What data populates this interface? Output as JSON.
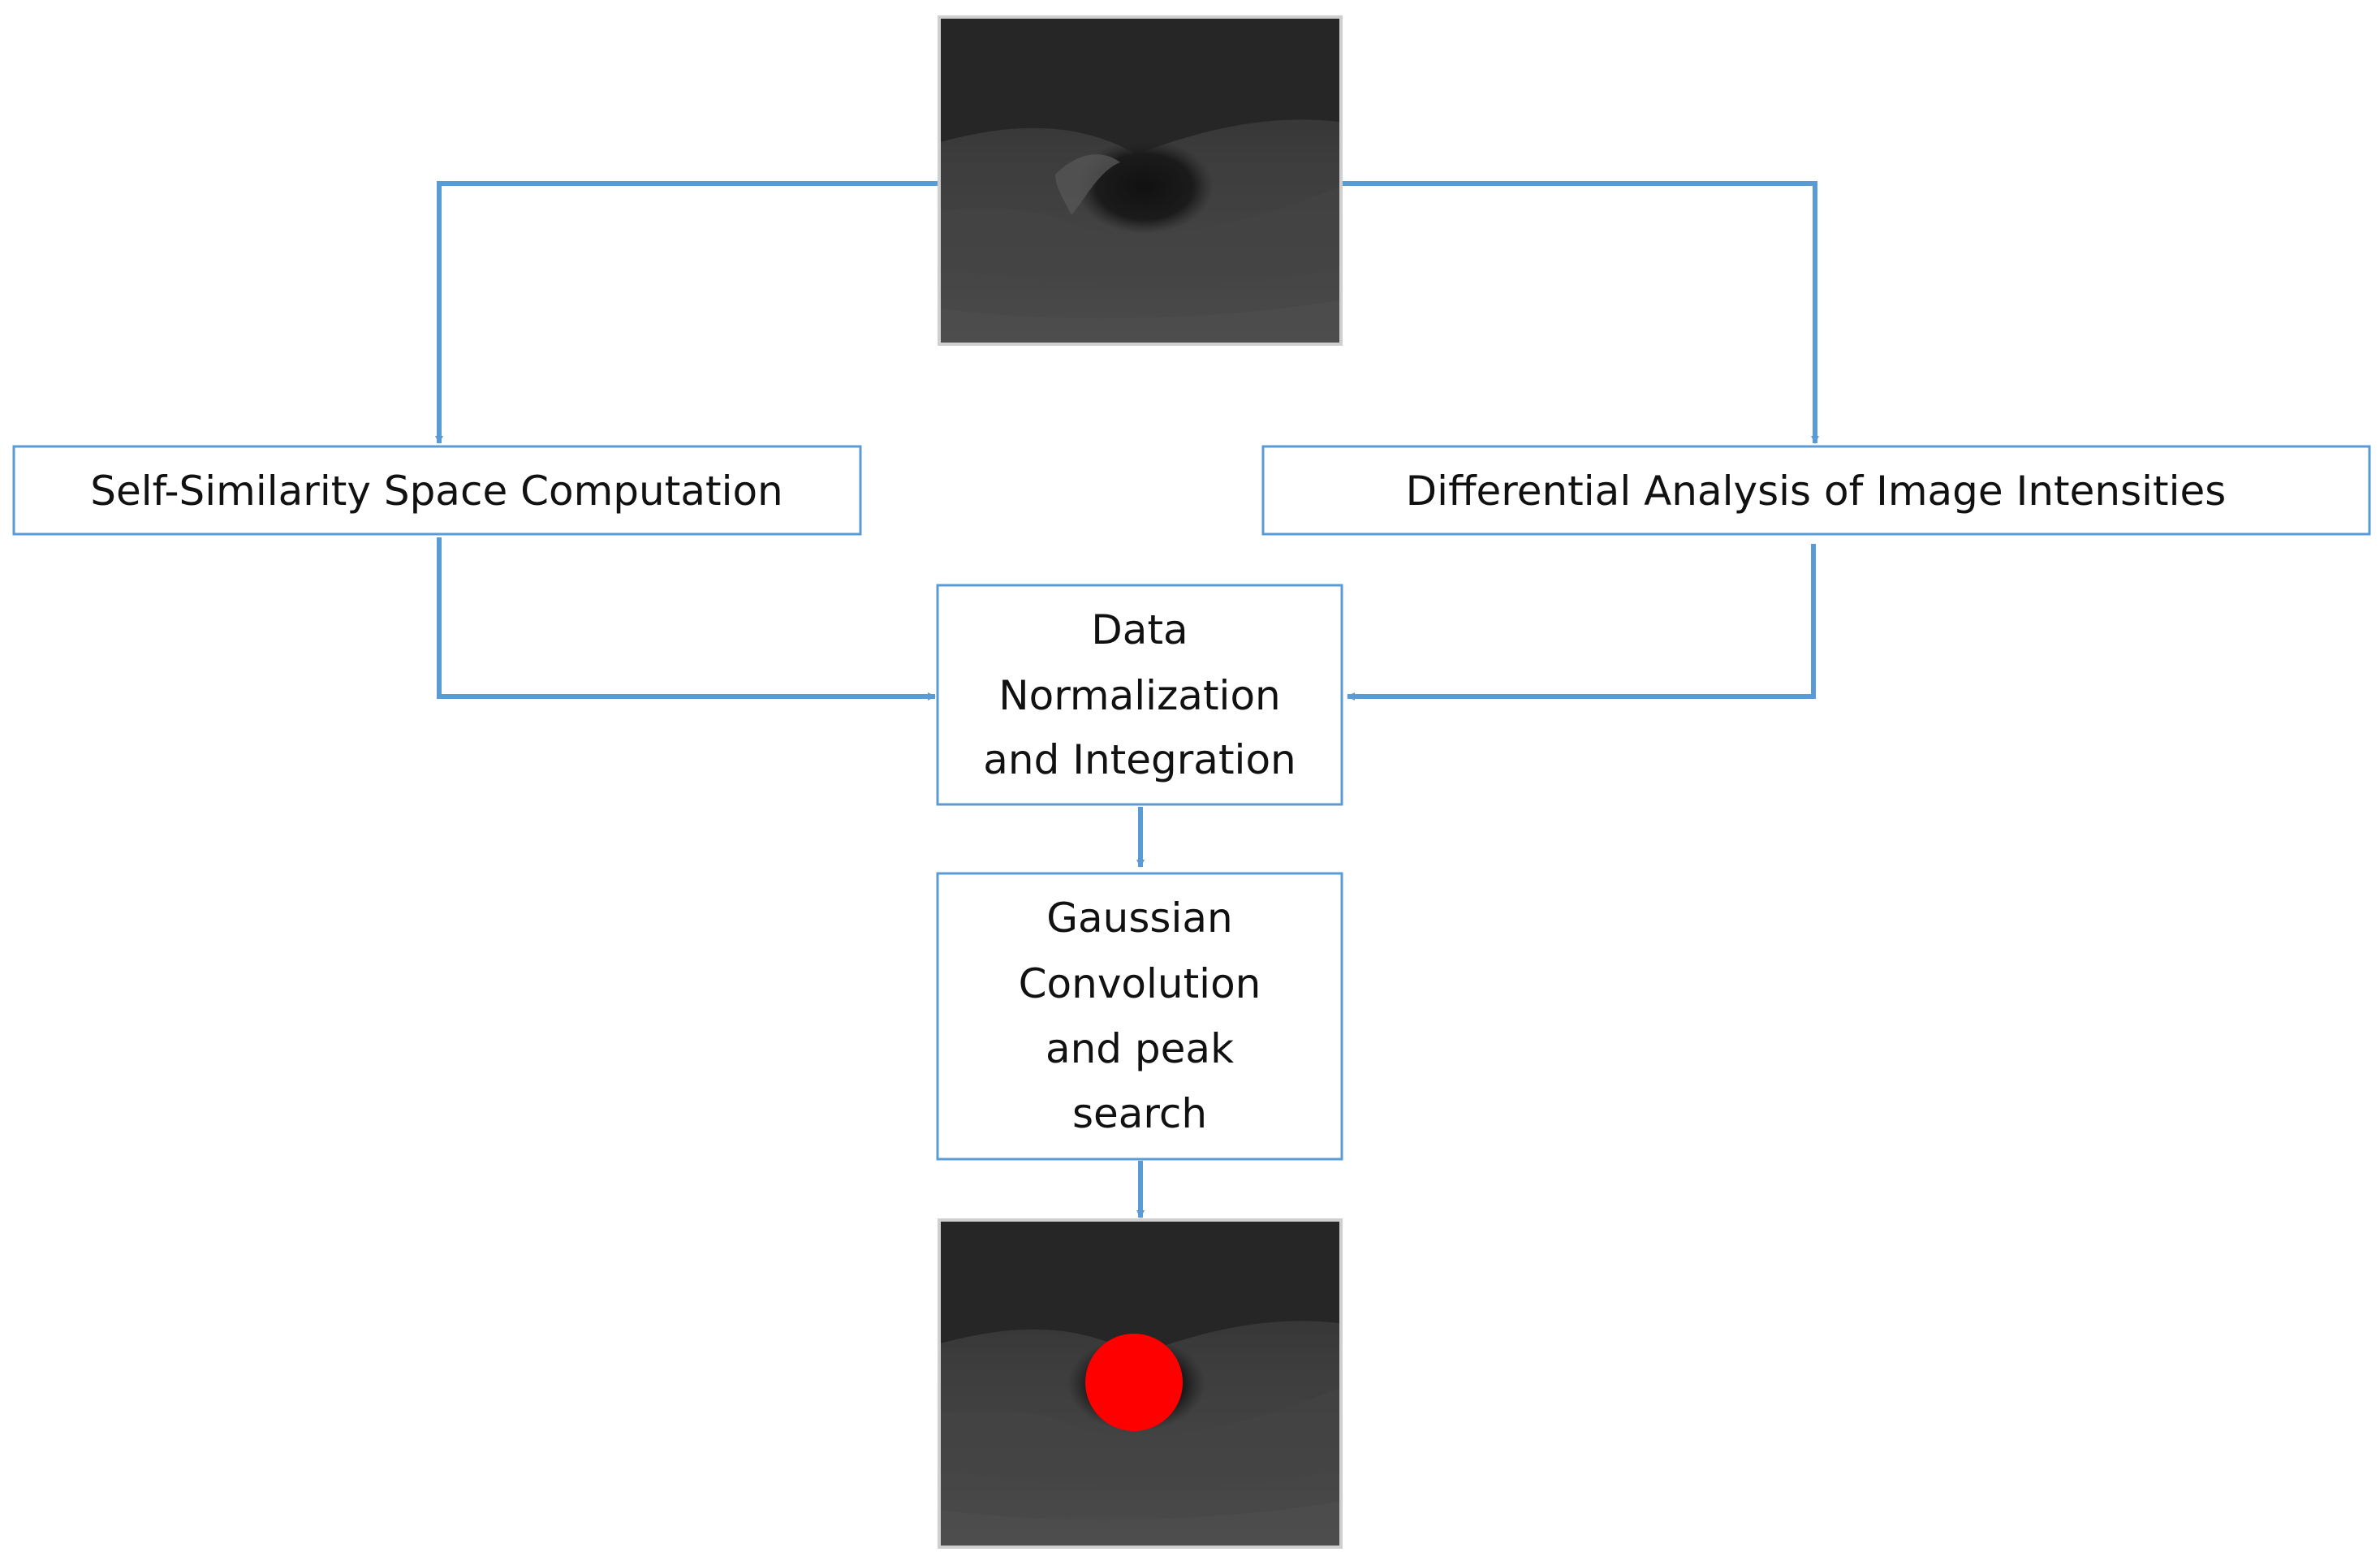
{
  "diagram": {
    "nodes": {
      "input_image": {
        "kind": "image",
        "content": "grayscale eye close-up"
      },
      "self_similarity": {
        "label": "Self-Similarity Space Computation"
      },
      "differential": {
        "label": "Differential Analysis of Image Intensities"
      },
      "normalization": {
        "lines": [
          "Data",
          "Normalization",
          "and Integration"
        ]
      },
      "gaussian": {
        "lines": [
          "Gaussian",
          "Convolution",
          "and peak",
          "search"
        ]
      },
      "output_image": {
        "kind": "image",
        "content": "grayscale eye close-up with red detected pupil marker"
      }
    },
    "edges": [
      {
        "from": "input_image",
        "to": "self_similarity"
      },
      {
        "from": "input_image",
        "to": "differential"
      },
      {
        "from": "self_similarity",
        "to": "normalization"
      },
      {
        "from": "differential",
        "to": "normalization"
      },
      {
        "from": "normalization",
        "to": "gaussian"
      },
      {
        "from": "gaussian",
        "to": "output_image"
      }
    ],
    "colors": {
      "connector": "#5b9bd5",
      "box_border": "#5b9bd5",
      "marker": "#ff0000",
      "image_dark": "#2b2b2b"
    }
  }
}
